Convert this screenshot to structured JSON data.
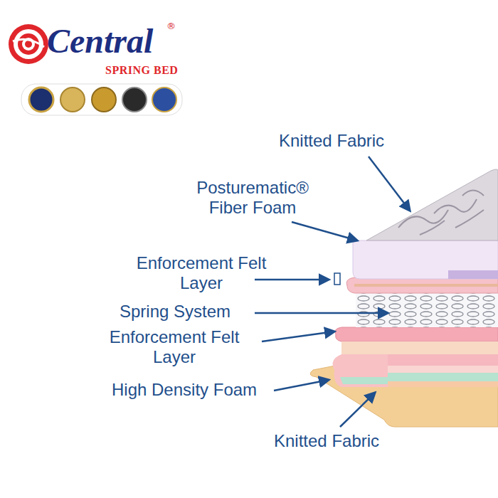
{
  "diagram": {
    "labels": [
      "Central",
      "®",
      "SPRING BED",
      "Knitted Fabric",
      "Posturematic® Fiber Foam",
      "Enforcement Felt Layer",
      "Spring System",
      "Enforcement Felt Layer",
      "High Density Foam",
      "Knitted Fabric"
    ]
  }
}
